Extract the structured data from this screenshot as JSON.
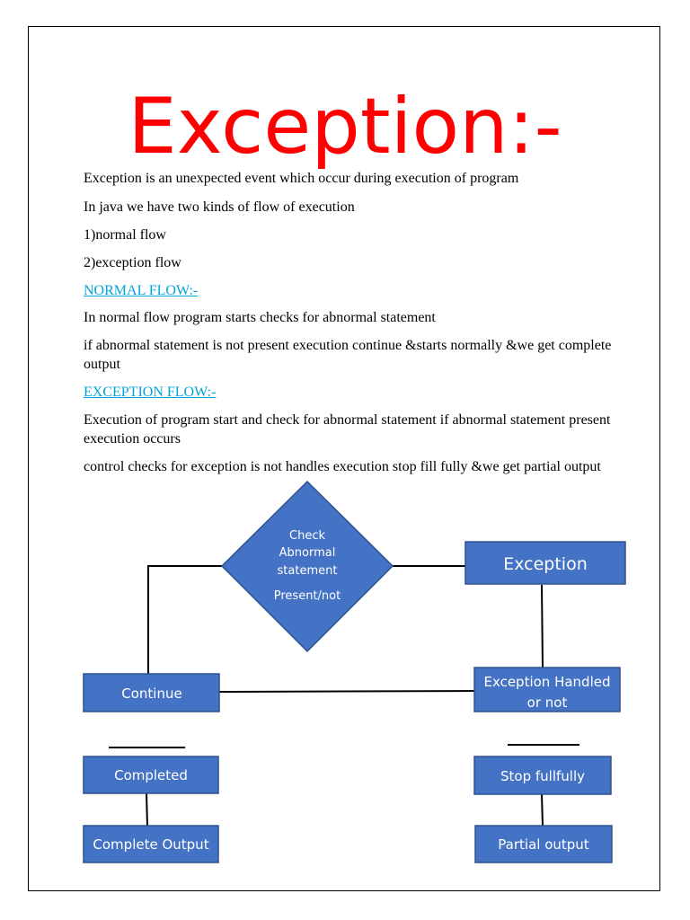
{
  "title": "Exception:-",
  "paragraphs": [
    "Exception is an unexpected event which occur during execution of program",
    "In java we have two kinds of flow of execution",
    "1)normal flow",
    "2)exception flow",
    "NORMAL FLOW:-",
    "In normal flow program starts checks for abnormal statement",
    "if abnormal statement is not present execution continue &starts normally &we get complete output",
    "EXCEPTION FLOW:-",
    "Execution of program start and check for abnormal statement if abnormal statement present execution occurs",
    "control checks for exception is not handles execution stop fill fully &we get partial output"
  ],
  "flowchart": {
    "decision": {
      "line1": "Check",
      "line2": "Abnormal",
      "line3": "statement",
      "line4": "Present/not"
    },
    "exception": "Exception",
    "handled": {
      "line1": "Exception Handled",
      "line2": "or  not"
    },
    "continue": "Continue",
    "completed": "Completed",
    "complete_output": "Complete Output",
    "stop": "Stop fullfully",
    "partial_output": "Partial output"
  },
  "colors": {
    "title": "#ff0000",
    "heading_link": "#00a3d9",
    "node_fill": "#4472c4",
    "node_stroke": "#2f528f"
  }
}
